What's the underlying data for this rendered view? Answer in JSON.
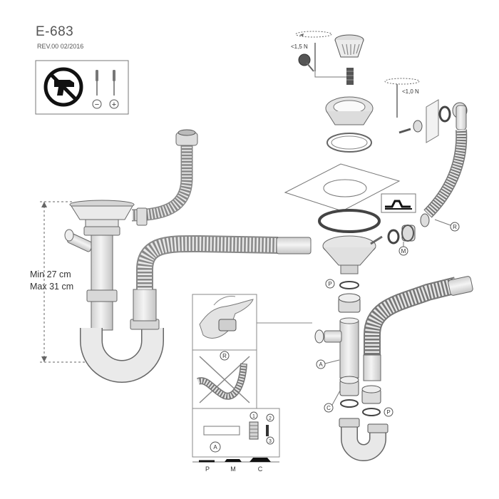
{
  "header": {
    "model": "E-683",
    "revision": "REV.00   02/2016"
  },
  "dimensions": {
    "min": "Min 27  cm",
    "max": "Max 31  cm"
  },
  "tools": {
    "minus_symbol": "−",
    "plus_symbol": "+"
  },
  "torque": {
    "strainer": "<1,5 N",
    "overflow": "<1,0 N"
  },
  "callouts": {
    "R": "R",
    "M": "M",
    "P": "P",
    "A": "A",
    "C": "C"
  },
  "steps": {
    "one": "1",
    "two": "2",
    "three": "3"
  },
  "washer_types": [
    "P",
    "M",
    "C"
  ],
  "colors": {
    "line": "#5a5a5a",
    "pipe_fill": "#e9e9e9",
    "pipe_shade": "#c9c9c9"
  }
}
